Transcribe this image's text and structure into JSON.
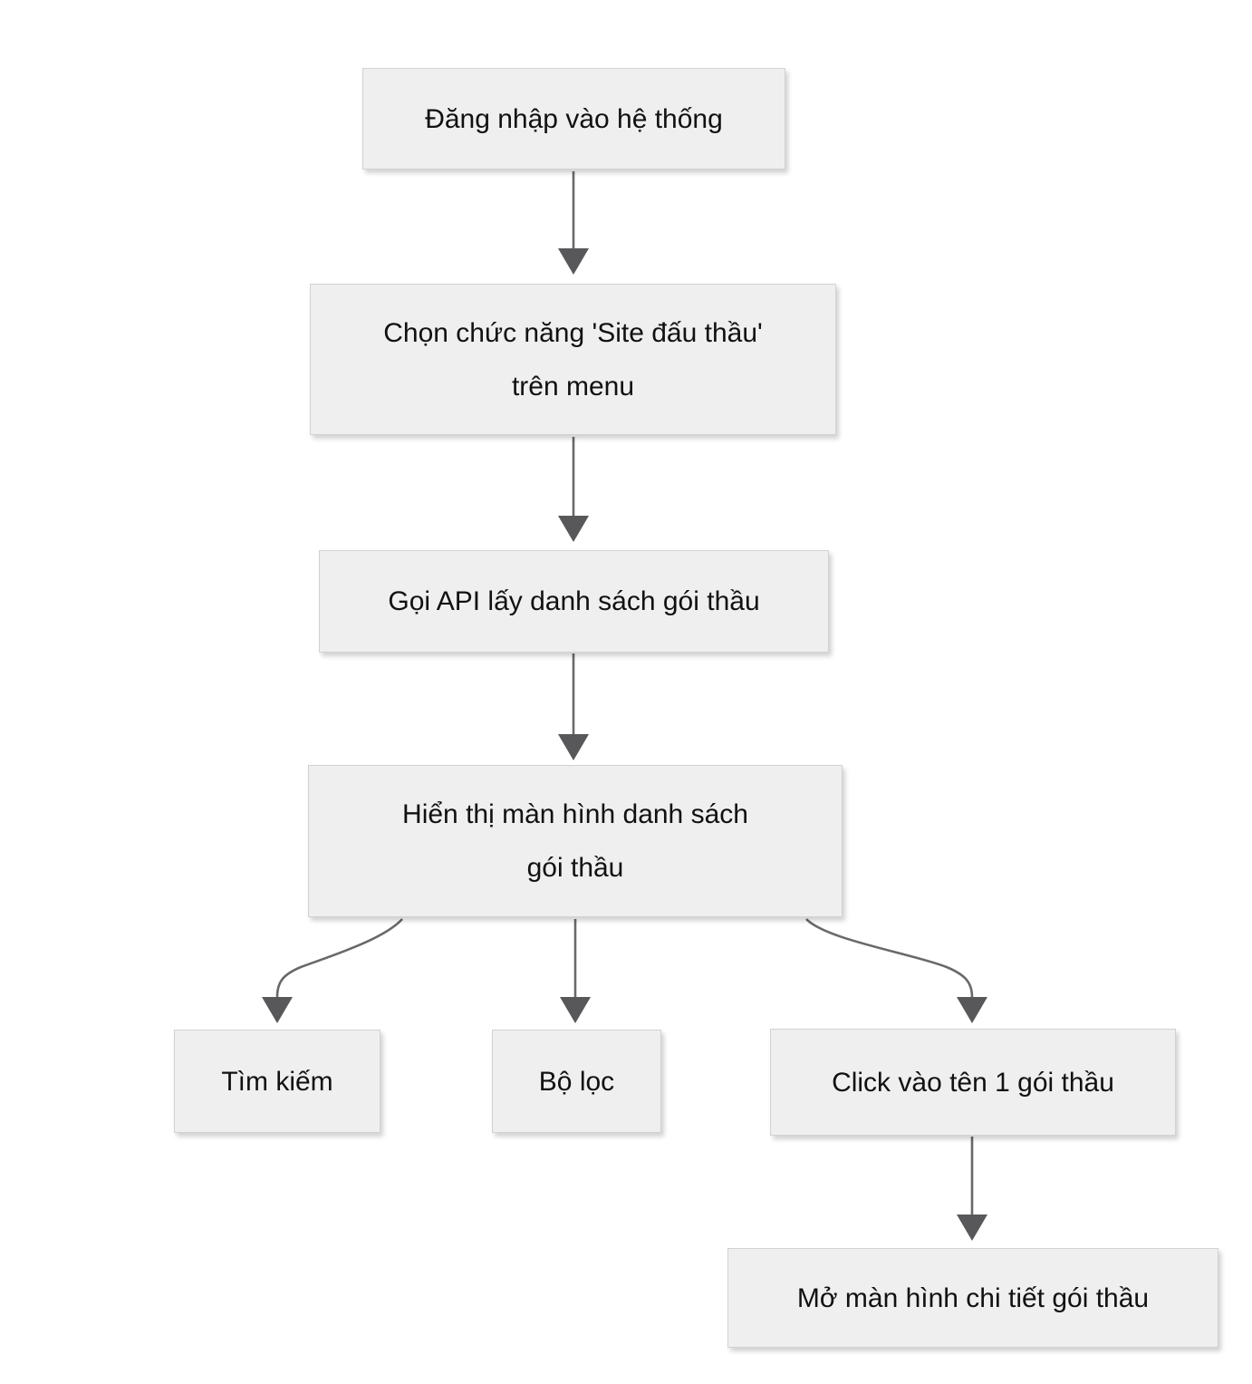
{
  "diagram": {
    "type": "flowchart",
    "language": "vi",
    "nodes": [
      {
        "id": "login",
        "label": "Đăng nhập vào hệ thống",
        "lines": [
          "Đăng nhập vào hệ thống"
        ]
      },
      {
        "id": "choose-menu",
        "label": "Chọn chức năng 'Site đấu thầu' trên menu",
        "lines": [
          "Chọn chức năng 'Site đấu thầu'",
          "trên menu"
        ]
      },
      {
        "id": "call-api",
        "label": "Gọi API lấy danh sách gói thầu",
        "lines": [
          "Gọi API lấy danh sách gói thầu"
        ]
      },
      {
        "id": "display-list",
        "label": "Hiển thị màn hình danh sách gói thầu",
        "lines": [
          "Hiển thị màn hình danh sách",
          "gói thầu"
        ]
      },
      {
        "id": "search",
        "label": "Tìm kiếm",
        "lines": [
          "Tìm kiếm"
        ]
      },
      {
        "id": "filter",
        "label": "Bộ lọc",
        "lines": [
          "Bộ lọc"
        ]
      },
      {
        "id": "click-name",
        "label": "Click vào tên 1 gói thầu",
        "lines": [
          "Click vào tên 1 gói thầu"
        ]
      },
      {
        "id": "open-detail",
        "label": "Mở màn hình chi tiết gói thầu",
        "lines": [
          "Mở màn hình chi tiết gói thầu"
        ]
      }
    ],
    "edges": [
      {
        "from": "login",
        "to": "choose-menu"
      },
      {
        "from": "choose-menu",
        "to": "call-api"
      },
      {
        "from": "call-api",
        "to": "display-list"
      },
      {
        "from": "display-list",
        "to": "search"
      },
      {
        "from": "display-list",
        "to": "filter"
      },
      {
        "from": "display-list",
        "to": "click-name"
      },
      {
        "from": "click-name",
        "to": "open-detail"
      }
    ],
    "colors": {
      "background": "#ffffff",
      "node_fill": "#efefef",
      "node_border": "#d2d2d2",
      "arrow_line": "#696969",
      "arrow_head": "#58585a",
      "text": "#111111"
    }
  }
}
